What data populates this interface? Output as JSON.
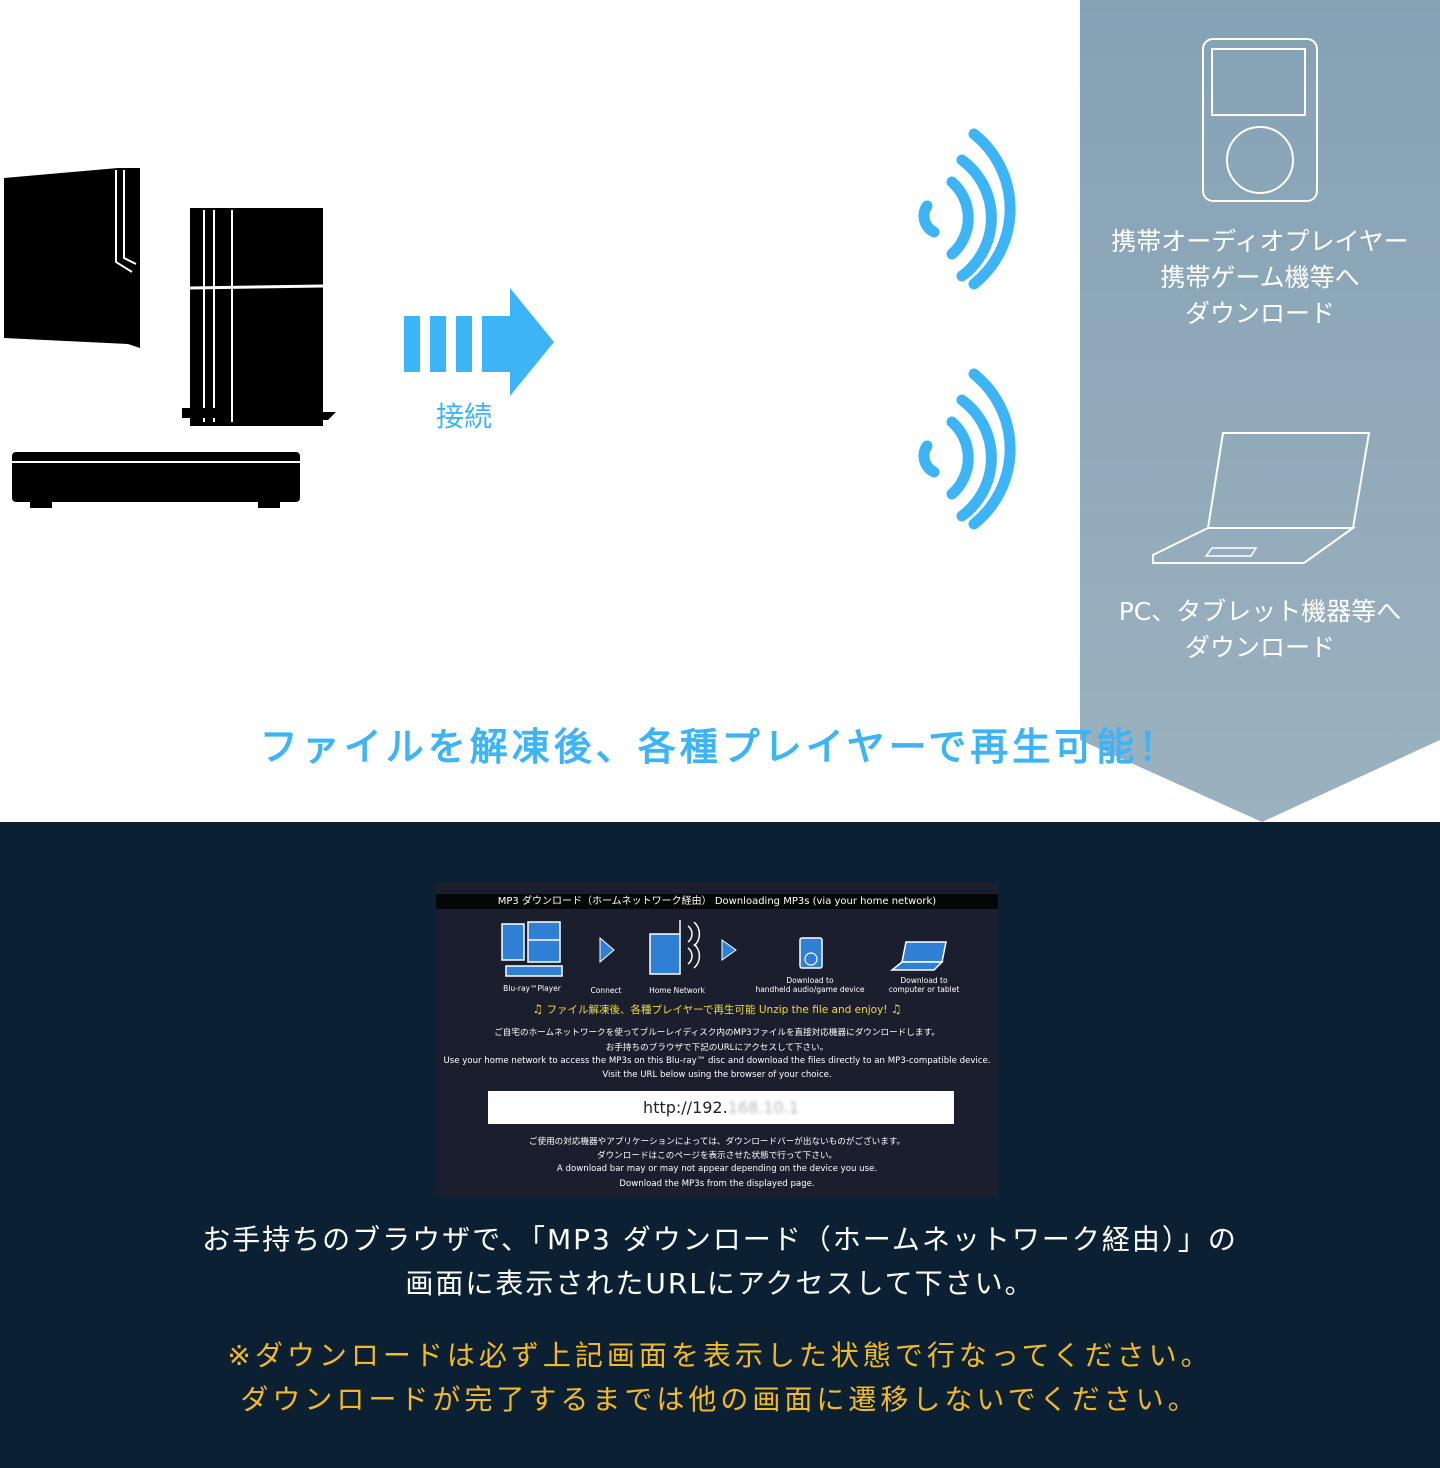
{
  "colors": {
    "accent_blue": "#3db4f5",
    "panel": "#8ea8b8",
    "dark_bg": "#0b2133",
    "warning_yellow": "#f3b926",
    "inset_yellow": "#f1dc3a"
  },
  "connect_label": "接続",
  "panel": {
    "player_lines": [
      "携帯オーディオプレイヤー",
      "携帯ゲーム機等へ",
      "ダウンロード"
    ],
    "pc_lines": [
      "PC、タブレット機器等へ",
      "ダウンロード"
    ]
  },
  "tagline": "ファイルを解凍後、各種プレイヤーで再生可能！",
  "inset": {
    "title": "MP3 ダウンロード（ホームネットワーク経由）  Downloading MP3s (via your home network)",
    "captions": {
      "bluray": "Blu-ray™Player",
      "connect": "Connect",
      "home_network": "Home Network",
      "handheld_1": "Download to",
      "handheld_2": "handheld audio/game device",
      "computer_1": "Download to",
      "computer_2": "computer or tablet"
    },
    "yellow_line": "ファイル解凍後、各種プレイヤーで再生可能    Unzip the file and enjoy!",
    "lines_upper": [
      "ご自宅のホームネットワークを使ってブルーレイディスク内のMP3ファイルを直接対応機器にダウンロードします。",
      "お手持ちのブラウザで下記のURLにアクセスして下さい。",
      "Use your home network to access the MP3s on this Blu-ray™ disc and download the files directly to an MP3-compatible device.",
      "Visit the URL below using the browser of your choice."
    ],
    "url_visible": "http://192.",
    "url_hidden": "168.10.1",
    "lines_lower": [
      "ご使用の対応機器やアプリケーションによっては、ダウンロードバーが出ないものがございます。",
      "ダウンロードはこのページを表示させた状態で行って下さい。",
      "A download bar may or may not appear depending on the device you use.",
      "Download the MP3s from the displayed page."
    ]
  },
  "caption_lines": [
    "お手持ちのブラウザで、「MP3 ダウンロード（ホームネットワーク経由）」の",
    "画面に表示されたURLにアクセスして下さい。"
  ],
  "note_lines": [
    "※ダウンロードは必ず上記画面を表示した状態で行なってください。",
    "ダウンロードが完了するまでは他の画面に遷移しないでください。"
  ]
}
